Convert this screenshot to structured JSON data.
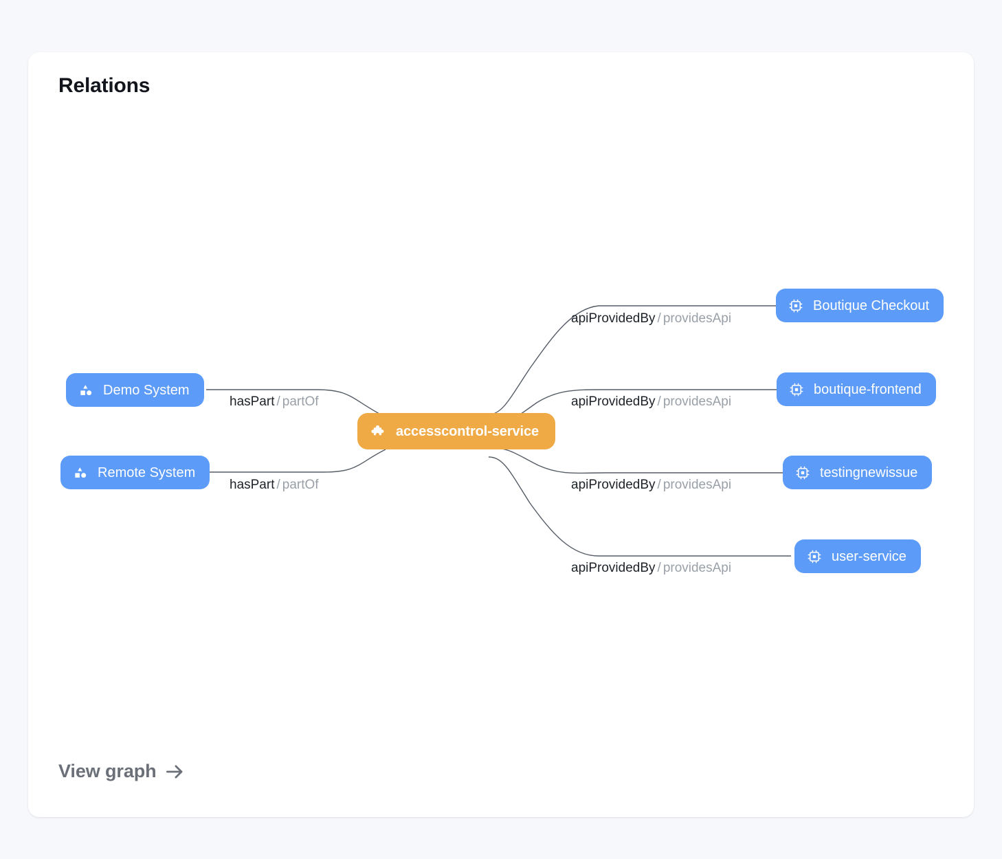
{
  "card": {
    "title": "Relations",
    "footer_link": "View graph",
    "footer_icon": "arrow-right-icon"
  },
  "colors": {
    "page_background": "#f7f8fc",
    "card_background": "#ffffff",
    "entity_blue": "#5c9bf7",
    "focus_orange": "#efaa46",
    "edge_stroke": "#555c66",
    "label_primary": "#1d2228",
    "label_secondary": "#9aa0a8",
    "title": "#12161c",
    "footer_link": "#6b7078"
  },
  "graph": {
    "focus_node": {
      "id": "accesscontrol-service",
      "label": "accesscontrol-service",
      "kind": "component",
      "icon": "puzzle-piece-icon",
      "color": "#efaa46"
    },
    "nodes": [
      {
        "id": "demo-system",
        "label": "Demo System",
        "kind": "system",
        "icon": "category-icon",
        "color": "#5c9bf7",
        "side": "left"
      },
      {
        "id": "remote-system",
        "label": "Remote System",
        "kind": "system",
        "icon": "category-icon",
        "color": "#5c9bf7",
        "side": "left"
      },
      {
        "id": "boutique-checkout",
        "label": "Boutique Checkout",
        "kind": "component",
        "icon": "chip-icon",
        "color": "#5c9bf7",
        "side": "right"
      },
      {
        "id": "boutique-frontend",
        "label": "boutique-frontend",
        "kind": "component",
        "icon": "chip-icon",
        "color": "#5c9bf7",
        "side": "right"
      },
      {
        "id": "testingnewissue",
        "label": "testingnewissue",
        "kind": "component",
        "icon": "chip-icon",
        "color": "#5c9bf7",
        "side": "right"
      },
      {
        "id": "user-service",
        "label": "user-service",
        "kind": "component",
        "icon": "chip-icon",
        "color": "#5c9bf7",
        "side": "right"
      }
    ],
    "edges": [
      {
        "source": "demo-system",
        "target": "accesscontrol-service",
        "forward": "hasPart",
        "separator": "/",
        "reverse": "partOf"
      },
      {
        "source": "remote-system",
        "target": "accesscontrol-service",
        "forward": "hasPart",
        "separator": "/",
        "reverse": "partOf"
      },
      {
        "source": "accesscontrol-service",
        "target": "boutique-checkout",
        "forward": "apiProvidedBy",
        "separator": "/",
        "reverse": "providesApi"
      },
      {
        "source": "accesscontrol-service",
        "target": "boutique-frontend",
        "forward": "apiProvidedBy",
        "separator": "/",
        "reverse": "providesApi"
      },
      {
        "source": "accesscontrol-service",
        "target": "testingnewissue",
        "forward": "apiProvidedBy",
        "separator": "/",
        "reverse": "providesApi"
      },
      {
        "source": "accesscontrol-service",
        "target": "user-service",
        "forward": "apiProvidedBy",
        "separator": "/",
        "reverse": "providesApi"
      }
    ]
  }
}
